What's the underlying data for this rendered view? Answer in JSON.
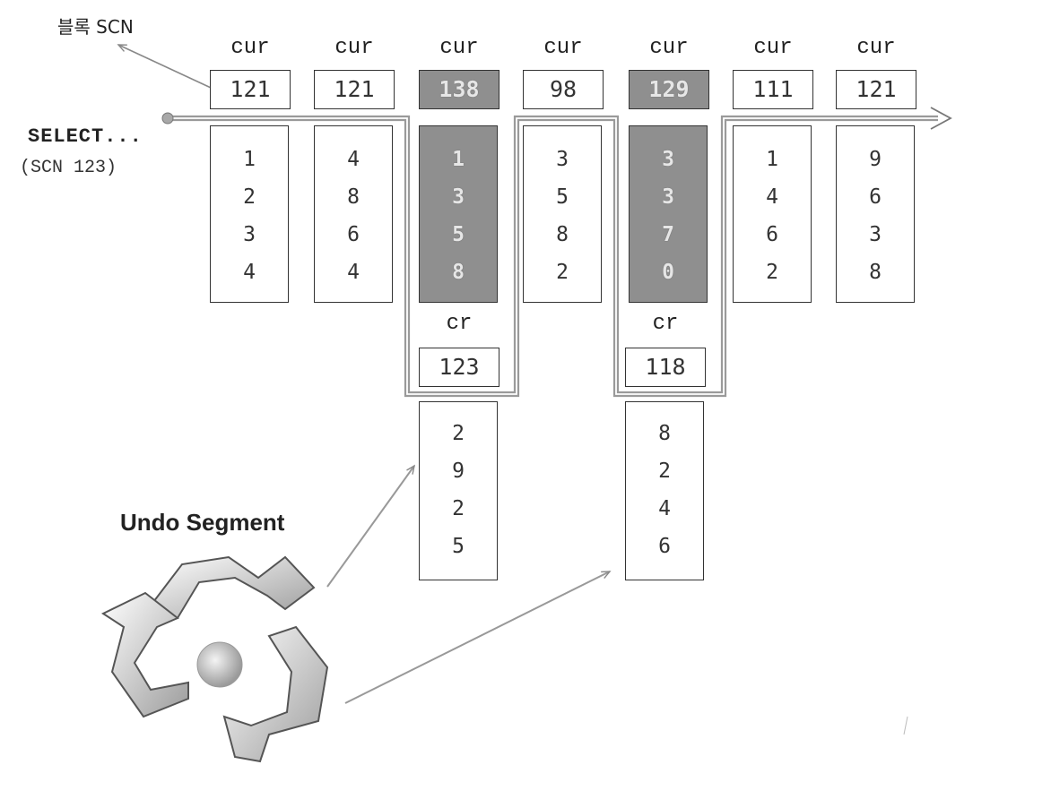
{
  "block_scn_label": "블록 SCN",
  "select_label": "SELECT...",
  "select_scn_label": "(SCN 123)",
  "undo_label": "Undo Segment",
  "cur_blocks": [
    {
      "label": "cur",
      "scn": "121",
      "values": [
        "1",
        "2",
        "3",
        "4"
      ]
    },
    {
      "label": "cur",
      "scn": "121",
      "values": [
        "4",
        "8",
        "6",
        "4"
      ]
    },
    {
      "label": "cur",
      "scn": "138",
      "values": [
        "1",
        "3",
        "5",
        "8"
      ]
    },
    {
      "label": "cur",
      "scn": "98",
      "values": [
        "3",
        "5",
        "8",
        "2"
      ]
    },
    {
      "label": "cur",
      "scn": "129",
      "values": [
        "3",
        "3",
        "7",
        "0"
      ]
    },
    {
      "label": "cur",
      "scn": "111",
      "values": [
        "1",
        "4",
        "6",
        "2"
      ]
    },
    {
      "label": "cur",
      "scn": "121",
      "values": [
        "9",
        "6",
        "3",
        "8"
      ]
    }
  ],
  "cr_blocks": [
    {
      "label": "cr",
      "scn": "123",
      "values": [
        "2",
        "9",
        "2",
        "5"
      ]
    },
    {
      "label": "cr",
      "scn": "118",
      "values": [
        "8",
        "2",
        "4",
        "6"
      ]
    }
  ],
  "colors": {
    "shaded_block": "#8f8f8f",
    "line": "#888888",
    "border": "#333333"
  }
}
